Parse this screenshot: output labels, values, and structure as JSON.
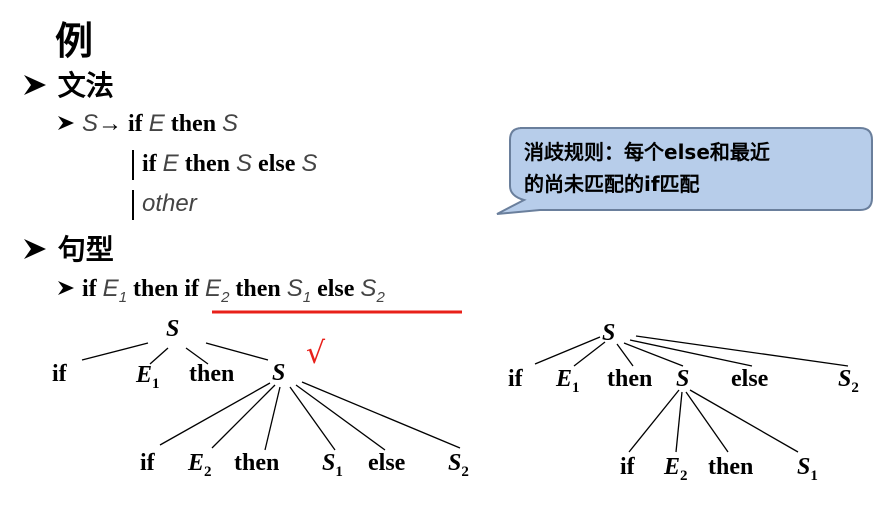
{
  "heading": "例",
  "sections": {
    "grammar": "文法",
    "sentence": "句型"
  },
  "grammar_rule": {
    "lhs": "S",
    "arrow": "→",
    "alt1": [
      "if",
      "E",
      "then",
      "S"
    ],
    "alt2": [
      "if",
      "E",
      "then",
      "S",
      "else",
      "S"
    ],
    "alt3": "other"
  },
  "sentence": {
    "if1": "if",
    "E1": "E",
    "E1_sub": "1",
    "then1": "then",
    "if2": "if",
    "E2": "E",
    "E2_sub": "2",
    "then2": "then",
    "S1": "S",
    "S1_sub": "1",
    "else": "else",
    "S2": "S",
    "S2_sub": "2"
  },
  "callout": {
    "line1": "消歧规则：每个else和最近",
    "line2": "的尚未匹配的if匹配"
  },
  "checkmark": "√",
  "colors": {
    "underline": "#e8201a",
    "callout_fill": "#b7cdea",
    "callout_stroke": "#6a7f9c"
  },
  "tree_left": {
    "root": "S",
    "level1": [
      "if",
      "E",
      "then",
      "S"
    ],
    "level2": [
      "if",
      "E",
      "then",
      "S",
      "else",
      "S"
    ]
  },
  "tree_right": {
    "root": "S",
    "level1": [
      "if",
      "E",
      "then",
      "S",
      "else",
      "S"
    ],
    "level2": [
      "if",
      "E",
      "then",
      "S"
    ]
  }
}
